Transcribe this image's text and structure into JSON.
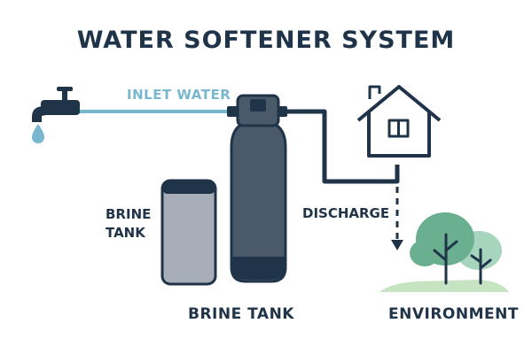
{
  "title": "WATER SOFTENER SYSTEM",
  "labels": {
    "inlet": "INLET WATER",
    "brine_side_line1": "BRINE",
    "brine_side_line2": "TANK",
    "discharge": "DISCHARGE",
    "brine_bottom": "BRINE TANK",
    "environment": "ENVIRONMENT"
  },
  "icons": {
    "faucet": "faucet-icon",
    "drop": "water-drop-icon",
    "house": "house-icon",
    "trees": "trees-icon"
  },
  "colors": {
    "dark": "#1f3349",
    "water": "#79b6cf",
    "tank": "#4a5a6b",
    "brine_tank": "#a7aeb8",
    "tree_dark": "#6aaf8f",
    "tree_light": "#a6d4bd",
    "ground": "#c6e4c1"
  }
}
